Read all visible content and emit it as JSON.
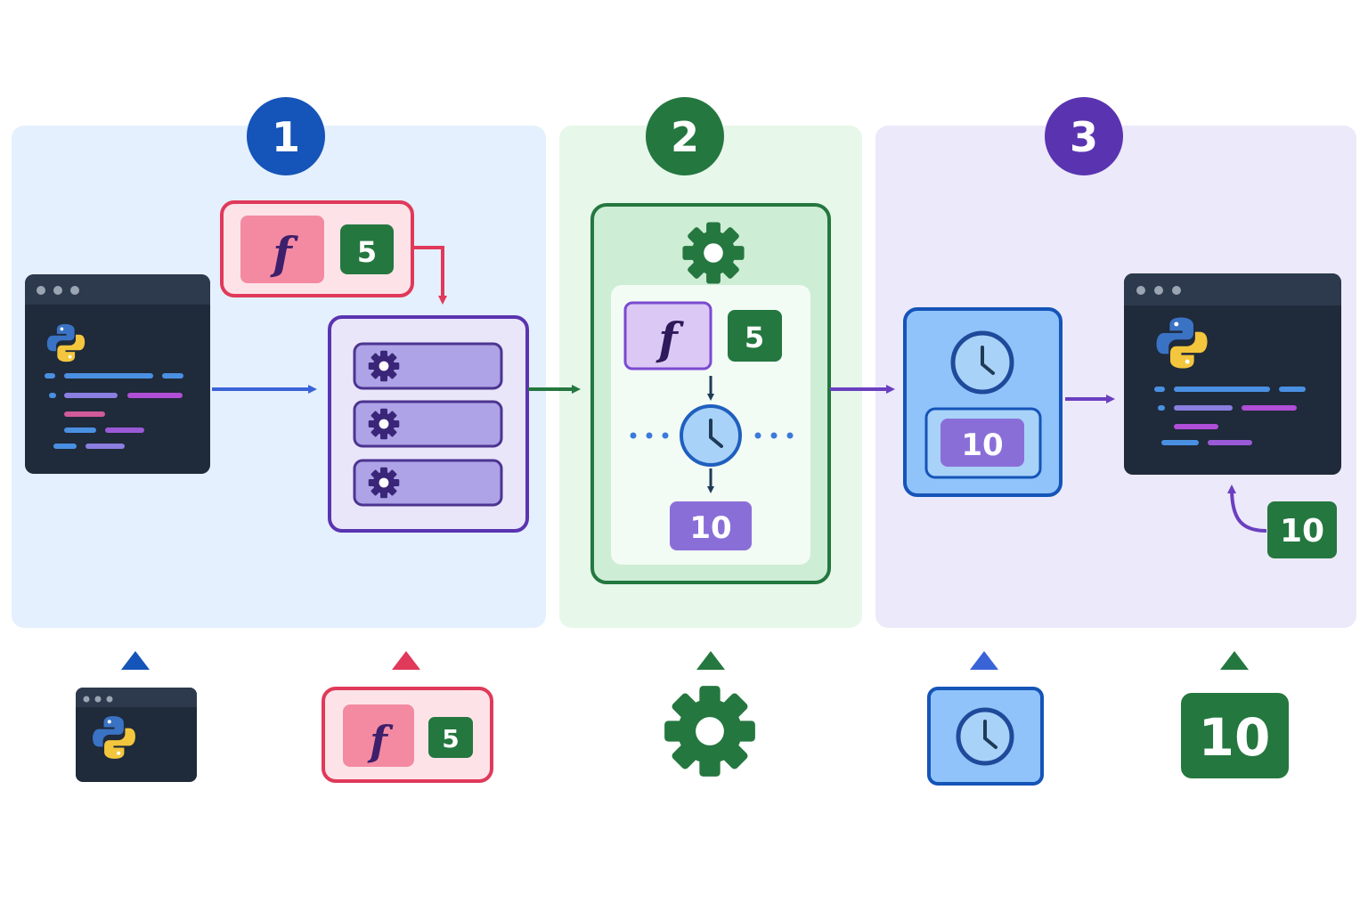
{
  "colors": {
    "blue": "#1554b8",
    "green": "#24773f",
    "purple": "#5a34b0",
    "red": "#e0395a",
    "panel_blue": "#e4f0fd",
    "panel_green": "#e7f7ea",
    "panel_purple": "#ece9fa",
    "code_window": "#1f2a3a"
  },
  "steps": [
    {
      "number": "1",
      "color": "#1554b8"
    },
    {
      "number": "2",
      "color": "#24773f"
    },
    {
      "number": "3",
      "color": "#5a34b0"
    }
  ],
  "stage1": {
    "task_card": {
      "function_symbol": "f",
      "argument": "5"
    },
    "queue_icons": [
      "gear-icon",
      "gear-icon",
      "gear-icon"
    ]
  },
  "stage2": {
    "worker_icon": "gear-icon",
    "function_symbol": "f",
    "argument": "5",
    "timer_icon": "clock-icon",
    "result": "10"
  },
  "stage3": {
    "timer_icon": "clock-icon",
    "result": "10",
    "returned_value": "10"
  },
  "legend": [
    {
      "icon": "code-window-icon"
    },
    {
      "icon": "task-card-icon",
      "function_symbol": "f",
      "argument": "5"
    },
    {
      "icon": "gear-icon"
    },
    {
      "icon": "clock-icon"
    },
    {
      "icon": "result-badge-icon",
      "value": "10"
    }
  ]
}
